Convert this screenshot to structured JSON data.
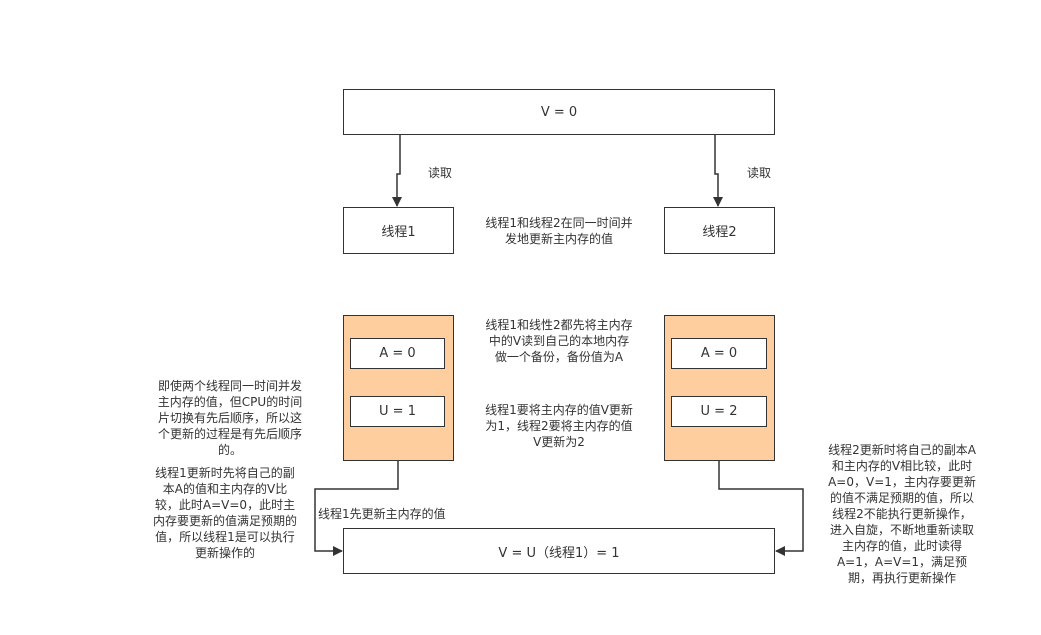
{
  "main_memory": {
    "text": "V = 0"
  },
  "thread1": {
    "label": "线程1"
  },
  "thread2": {
    "label": "线程2"
  },
  "read_label_1": "读取",
  "read_label_2": "读取",
  "thread1_detail": {
    "a": "A = 0",
    "u": "U = 1"
  },
  "thread2_detail": {
    "a": "A = 0",
    "u": "U = 2"
  },
  "result": {
    "text": "V = U（线程1）= 1"
  },
  "notes": {
    "concurrent": "线程1和线程2在同一时间并\n发地更新主内存的值",
    "backup": "线程1和线性2都先将主内存\n中的V读到自己的本地内存\n做一个备份，备份值为A",
    "update_plan": "线程1要将主内存的值V更新\n为1，线程2要将主内存的值\nV更新为2",
    "order": "即使两个线程同一时间并发\n主内存的值，但CPU的时间\n片切换有先后顺序，所以这\n个更新的过程是有先后顺序\n的。",
    "thread1_compare": "线程1更新时先将自己的副\n本A的值和主内存的V比\n较，此时A=V=0，此时主\n内存要更新的值满足预期的\n值，所以线程1是可以执行\n更新操作的",
    "thread1_first": "线程1先更新主内存的值",
    "thread2_compare": "线程2更新时将自己的副本A\n和主内存的V相比较，此时\nA=0，V=1，主内存要更新\n的值不满足预期的值，所以\n线程2不能执行更新操作，\n进入自旋，不断地重新读取\n主内存的值，此时读得\nA=1，A=V=1，满足预\n期，再执行更新操作"
  },
  "colors": {
    "thread_fill": "#ffce9f",
    "stroke": "#333333",
    "text": "#333333"
  }
}
